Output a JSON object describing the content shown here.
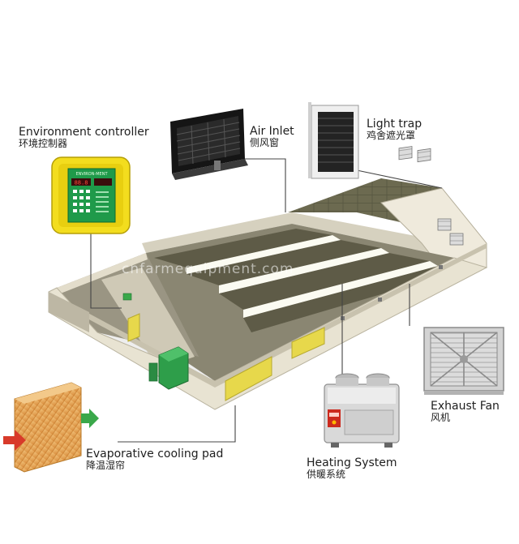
{
  "labels": {
    "environment_controller": {
      "en": "Environment controller",
      "cn": "环境控制器"
    },
    "air_inlet": {
      "en": "Air Inlet",
      "cn": "侧风窗"
    },
    "light_trap": {
      "en": "Light trap",
      "cn": "鸡舍遮光罩"
    },
    "exhaust_fan": {
      "en": "Exhaust Fan",
      "cn": "风机"
    },
    "cooling_pad": {
      "en": "Evaporative cooling pad",
      "cn": "降温湿帘"
    },
    "heating_system": {
      "en": "Heating System",
      "cn": "供暖系统"
    }
  },
  "controller_screen_text": "ENVIRON-MENT",
  "controller_display": "88.8",
  "watermark": "cnfarmequipment.com",
  "colors": {
    "roof": "#5a5a42",
    "wall_light": "#e9e4d4",
    "wall_dark": "#bdb7a4",
    "floor": "#7f7b69",
    "aisle": "#fdfdf6",
    "yellow": "#e7d84b",
    "green": "#2e9e4a",
    "controller_yellow": "#f3dd1e",
    "pad_orange": "#e5a85b",
    "arrow_red": "#d83a2a",
    "arrow_green": "#3aa84a",
    "leader": "#444444"
  }
}
